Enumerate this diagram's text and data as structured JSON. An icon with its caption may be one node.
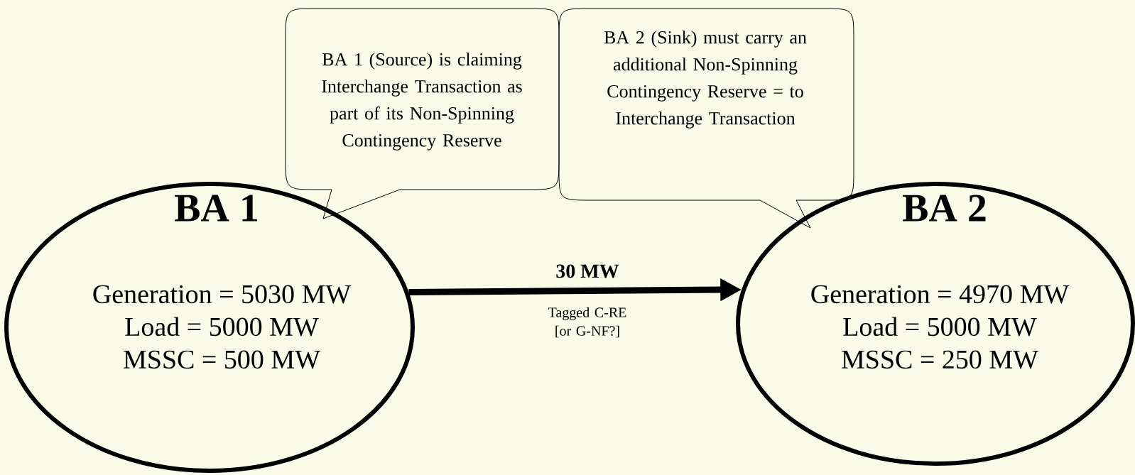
{
  "diagram": {
    "nodes": [
      {
        "text": [
          "BA 1 (Source) is claiming Interchange Transaction as part of its Non-Spinning Contingency Reserve"
        ]
      },
      {
        "text": [
          "BA 2 (Sink) must carry an additional Non-Spinning Contingency Reserve = to Interchange Transaction"
        ]
      },
      {
        "text": [
          "BA 1",
          "Generation = 5030 MW",
          "Load = 5000 MW",
          "MSSC = 500 MW"
        ]
      },
      {
        "text": [
          "BA 2",
          "Generation = 4970 MW",
          "Load = 5000 MW",
          "MSSC = 250 MW"
        ]
      }
    ],
    "edges": [
      {
        "from": 2,
        "to": 3,
        "arrow": "to",
        "label": "30 MW"
      }
    ],
    "labels": [
      "Tagged C-RE [or G-NF?]"
    ]
  }
}
